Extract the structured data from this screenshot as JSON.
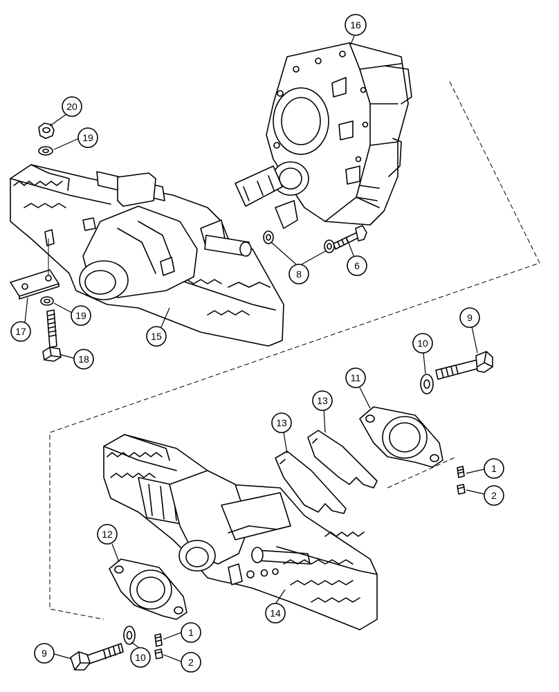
{
  "callouts": [
    {
      "id": "c20",
      "label": "20"
    },
    {
      "id": "c19a",
      "label": "19"
    },
    {
      "id": "c16",
      "label": "16"
    },
    {
      "id": "c8",
      "label": "8"
    },
    {
      "id": "c6",
      "label": "6"
    },
    {
      "id": "c19b",
      "label": "19"
    },
    {
      "id": "c17",
      "label": "17"
    },
    {
      "id": "c15",
      "label": "15"
    },
    {
      "id": "c18",
      "label": "18"
    },
    {
      "id": "c9a",
      "label": "9"
    },
    {
      "id": "c10a",
      "label": "10"
    },
    {
      "id": "c11",
      "label": "11"
    },
    {
      "id": "c13a",
      "label": "13"
    },
    {
      "id": "c13b",
      "label": "13"
    },
    {
      "id": "c1a",
      "label": "1"
    },
    {
      "id": "c2a",
      "label": "2"
    },
    {
      "id": "c12",
      "label": "12"
    },
    {
      "id": "c14",
      "label": "14"
    },
    {
      "id": "c1b",
      "label": "1"
    },
    {
      "id": "c2b",
      "label": "2"
    },
    {
      "id": "c9b",
      "label": "9"
    },
    {
      "id": "c10b",
      "label": "10"
    }
  ]
}
